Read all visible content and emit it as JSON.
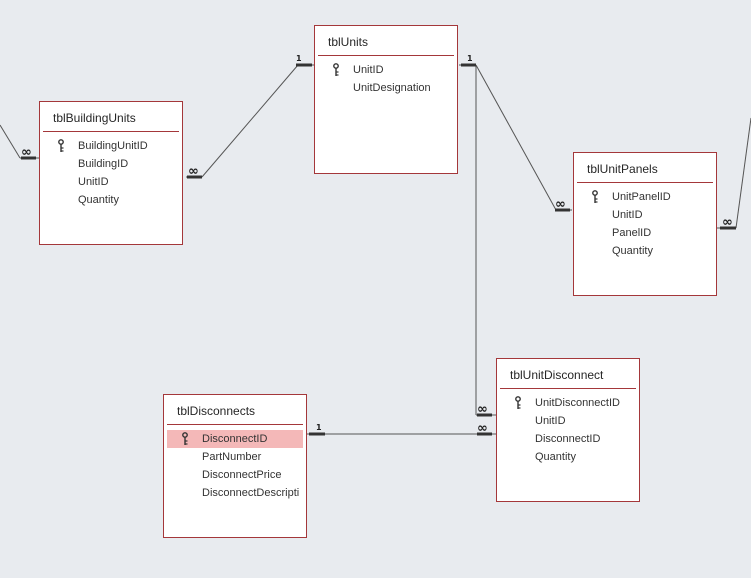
{
  "tables": {
    "building_units": {
      "title": "tblBuildingUnits",
      "fields": [
        "BuildingUnitID",
        "BuildingID",
        "UnitID",
        "Quantity"
      ]
    },
    "units": {
      "title": "tblUnits",
      "fields": [
        "UnitID",
        "UnitDesignation"
      ]
    },
    "unit_panels": {
      "title": "tblUnitPanels",
      "fields": [
        "UnitPanelID",
        "UnitID",
        "PanelID",
        "Quantity"
      ]
    },
    "unit_disconnect": {
      "title": "tblUnitDisconnect",
      "fields": [
        "UnitDisconnectID",
        "UnitID",
        "DisconnectID",
        "Quantity"
      ]
    },
    "disconnects": {
      "title": "tblDisconnects",
      "fields": [
        "DisconnectID",
        "PartNumber",
        "DisconnectPrice",
        "DisconnectDescripti"
      ],
      "selected_field": "DisconnectID"
    }
  },
  "cardinality": {
    "one": "1",
    "many": "∞"
  },
  "colors": {
    "border": "#a4373a",
    "selection": "#f4b8b8",
    "line": "#555555",
    "background": "#e8ebef"
  }
}
